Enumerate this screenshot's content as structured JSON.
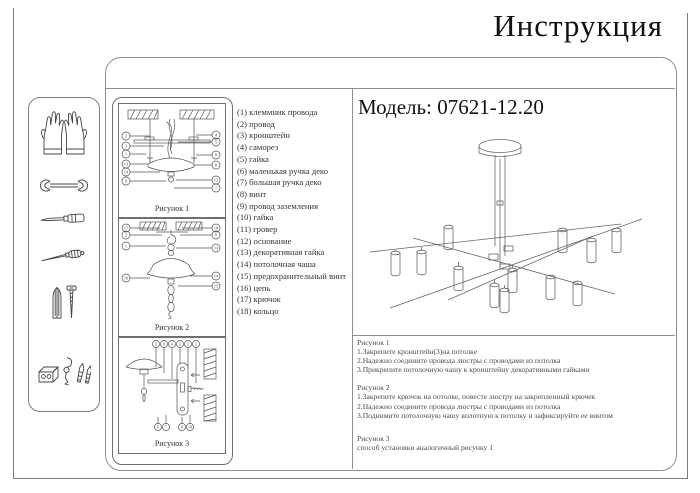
{
  "page": {
    "title": "Инструкция",
    "model_label": "Модель: 07621-12.20"
  },
  "colors": {
    "ink": "#555555",
    "frame": "#8f8f8f",
    "text": "#2b2b2b"
  },
  "sidebar": {
    "icons": [
      "gloves-icon",
      "wrench-icon",
      "flat-screwdriver-icon",
      "awl-icon",
      "wall-plug-screw-icon",
      "fasteners-icon"
    ]
  },
  "parts": {
    "items": [
      "(1) клеммник провода",
      "(2) провод",
      "(3) кронштейн",
      "(4) саморез",
      "(5) гайка",
      "(6) маленькая ручка деко",
      "(7) большая ручка деко",
      "(8) винт",
      "(9) провод заземления",
      "(10) гайка",
      "(11) гровер",
      "(12) основание",
      "(13) декоративная гайка",
      "(14) потолочная чаша",
      "(15) предохранительный винт",
      "(16) цепь",
      "(17) крючок",
      "(18) кольцо"
    ]
  },
  "figures": [
    {
      "caption": "Рисунок 1",
      "callouts_left": [
        "2",
        "3",
        "1",
        "13",
        "14",
        "6"
      ],
      "callouts_right": [
        "4",
        "5",
        "9",
        "8",
        "12",
        "7"
      ]
    },
    {
      "caption": "Рисунок 2",
      "callouts_left": [
        "17",
        "2",
        "1",
        "16"
      ],
      "callouts_right": [
        "18",
        "9",
        "13",
        "14",
        "15"
      ]
    },
    {
      "caption": "Рисунок 3",
      "callouts_top": [
        "5",
        "9",
        "4",
        "3",
        "2",
        "1"
      ],
      "callouts_bottom": [
        "6",
        "7",
        "8",
        "10"
      ]
    }
  ],
  "instructions": {
    "sections": [
      {
        "title": "Рисунок 1",
        "steps": [
          "1.Закрепите кронштейн(3)на потолке",
          "2.Надежно соедините провода люстры с проводами из потолка",
          "3.Прикрепите потолочную чашу к кронштейну декоративными гайками"
        ]
      },
      {
        "title": "Рисунок 2",
        "steps": [
          "1.Закрепите крючок на потолке, повесте люстру на закрепленный крючек",
          "2.Надежно соедините провода люстры с проводами из потолка",
          "3.Поднимите потолочную чашу вплотную к потолку и зафиксируйте ее винтом"
        ]
      },
      {
        "title": "Рисунок 3",
        "steps": [
          "способ установки аналогичный рисунку 1"
        ]
      }
    ]
  }
}
